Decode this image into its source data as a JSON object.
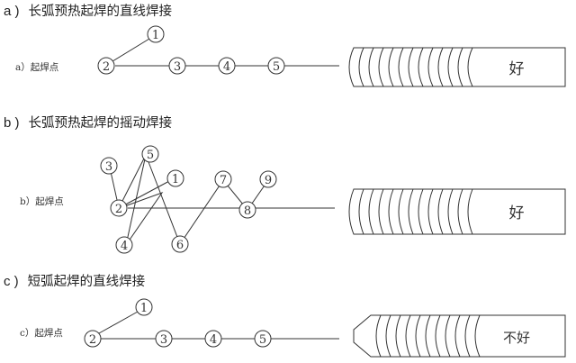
{
  "sections": [
    {
      "heading_label": "a )",
      "heading_text": "长弧预热起焊的直线焊接",
      "start_label": "a）起焊点",
      "result_label": "好",
      "nodes": [
        "1",
        "2",
        "3",
        "4",
        "5"
      ]
    },
    {
      "heading_label": "b )",
      "heading_text": "长弧预热起焊的摇动焊接",
      "start_label": "b）起焊点",
      "result_label": "好",
      "nodes": [
        "1",
        "2",
        "3",
        "4",
        "5",
        "6",
        "7",
        "8",
        "9"
      ]
    },
    {
      "heading_label": "c )",
      "heading_text": "短弧起焊的直线焊接",
      "start_label": "c）起焊点",
      "result_label": "不好",
      "nodes": [
        "1",
        "2",
        "3",
        "4",
        "5"
      ]
    }
  ],
  "colors": {
    "line": "#333333",
    "text": "#222222"
  }
}
